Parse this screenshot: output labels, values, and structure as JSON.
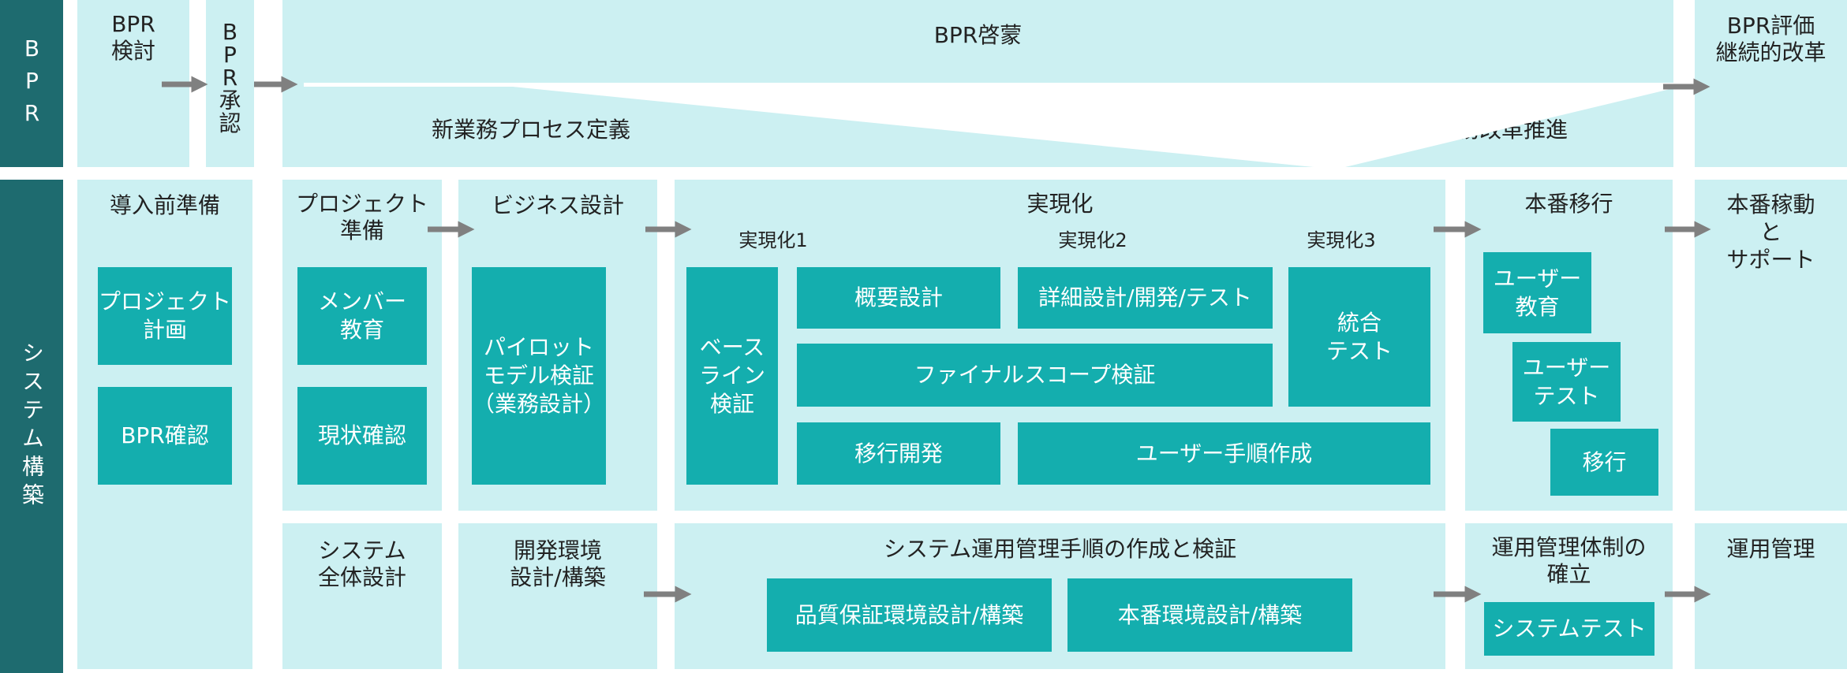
{
  "sidebar": {
    "bpr": "BPR",
    "system": "システム構築"
  },
  "bpr_row": {
    "kentou": "BPR\n検討",
    "shounin": "B\nP\nR\n承\n認",
    "keimou": "BPR啓蒙",
    "shin_gyoumu": "新業務プロセス定義",
    "kaikaku": "業務改革推進",
    "hyouka": "BPR評価\n継続的改革"
  },
  "system_row": {
    "pre": {
      "title": "導入前準備",
      "boxes": [
        "プロジェクト\n計画",
        "BPR確認"
      ]
    },
    "project_prep": {
      "title": "プロジェクト\n準備",
      "boxes": [
        "メンバー\n教育",
        "現状確認"
      ]
    },
    "business_design": {
      "title": "ビジネス設計",
      "box": "パイロット\nモデル検証\n（業務設計）"
    },
    "realization": {
      "title": "実現化",
      "phases": [
        "実現化1",
        "実現化2",
        "実現化3"
      ],
      "baseline": "ベース\nライン\n検証",
      "gaiyou": "概要設計",
      "shousai": "詳細設計/開発/テスト",
      "tougou": "統合\nテスト",
      "final_scope": "ファイナルスコープ検証",
      "ikou_kaihatsu": "移行開発",
      "user_tejun": "ユーザー手順作成"
    },
    "production_migration": {
      "title": "本番移行",
      "boxes": [
        "ユーザー\n教育",
        "ユーザー\nテスト",
        "移行"
      ]
    },
    "production_ops": {
      "title": "本番稼動\nと\nサポート"
    }
  },
  "bottom_row": {
    "system_design": "システム\n全体設計",
    "dev_env": "開発環境\n設計/構築",
    "ops_procedure": {
      "title": "システム運用管理手順の作成と検証",
      "boxes": [
        "品質保証環境設計/構築",
        "本番環境設計/構築"
      ]
    },
    "ops_structure": {
      "title": "運用管理体制の\n確立",
      "box": "システムテスト"
    },
    "ops_management": "運用管理"
  },
  "colors": {
    "sidebar": "#1e6b6f",
    "panel": "#ccf0f2",
    "box": "#14aeae",
    "arrow": "#808080"
  }
}
